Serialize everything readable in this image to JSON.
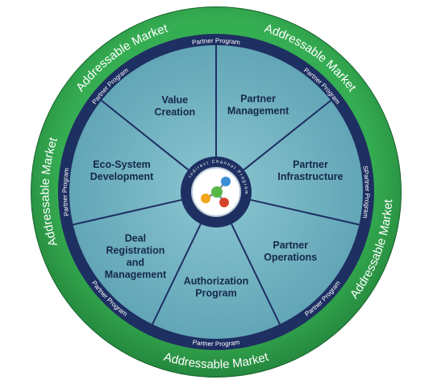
{
  "diagram": {
    "outer_ring_labels": [
      "Addressable Market",
      "Addressable Market",
      "Addressable Market",
      "Addressable Market",
      "Addressable Market"
    ],
    "inner_ring_labels": [
      "Partner Program",
      "Partner Program",
      "SPartner Program",
      "Partner Program",
      "Partner Program",
      "Partner Program",
      "Partner Program",
      "Partner Program"
    ],
    "segments": [
      {
        "lines": [
          "Partner",
          "Management"
        ]
      },
      {
        "lines": [
          "Partner",
          "Infrastructure"
        ]
      },
      {
        "lines": [
          "Partner",
          "Operations"
        ]
      },
      {
        "lines": [
          "Authorization",
          "Program"
        ]
      },
      {
        "lines": [
          "Deal",
          "Registration",
          "and",
          "Management"
        ]
      },
      {
        "lines": [
          "Eco-System",
          "Development"
        ]
      },
      {
        "lines": [
          "Value",
          "Creation"
        ]
      }
    ],
    "hub_text": "Indirect Channel Program",
    "colors": {
      "outer_green": "#2fa04a",
      "outer_green_dark": "#1f7a35",
      "navy_ring": "#1e2f62",
      "segment_fill": "#6fb2c1",
      "divider": "#1e2f62",
      "hub_fill": "#1e2f62",
      "hub_inner": "#ffffff",
      "node_green": "#57b848",
      "node_blue": "#3a8fd6",
      "node_orange": "#f2a51e",
      "node_red": "#d6452b"
    }
  }
}
